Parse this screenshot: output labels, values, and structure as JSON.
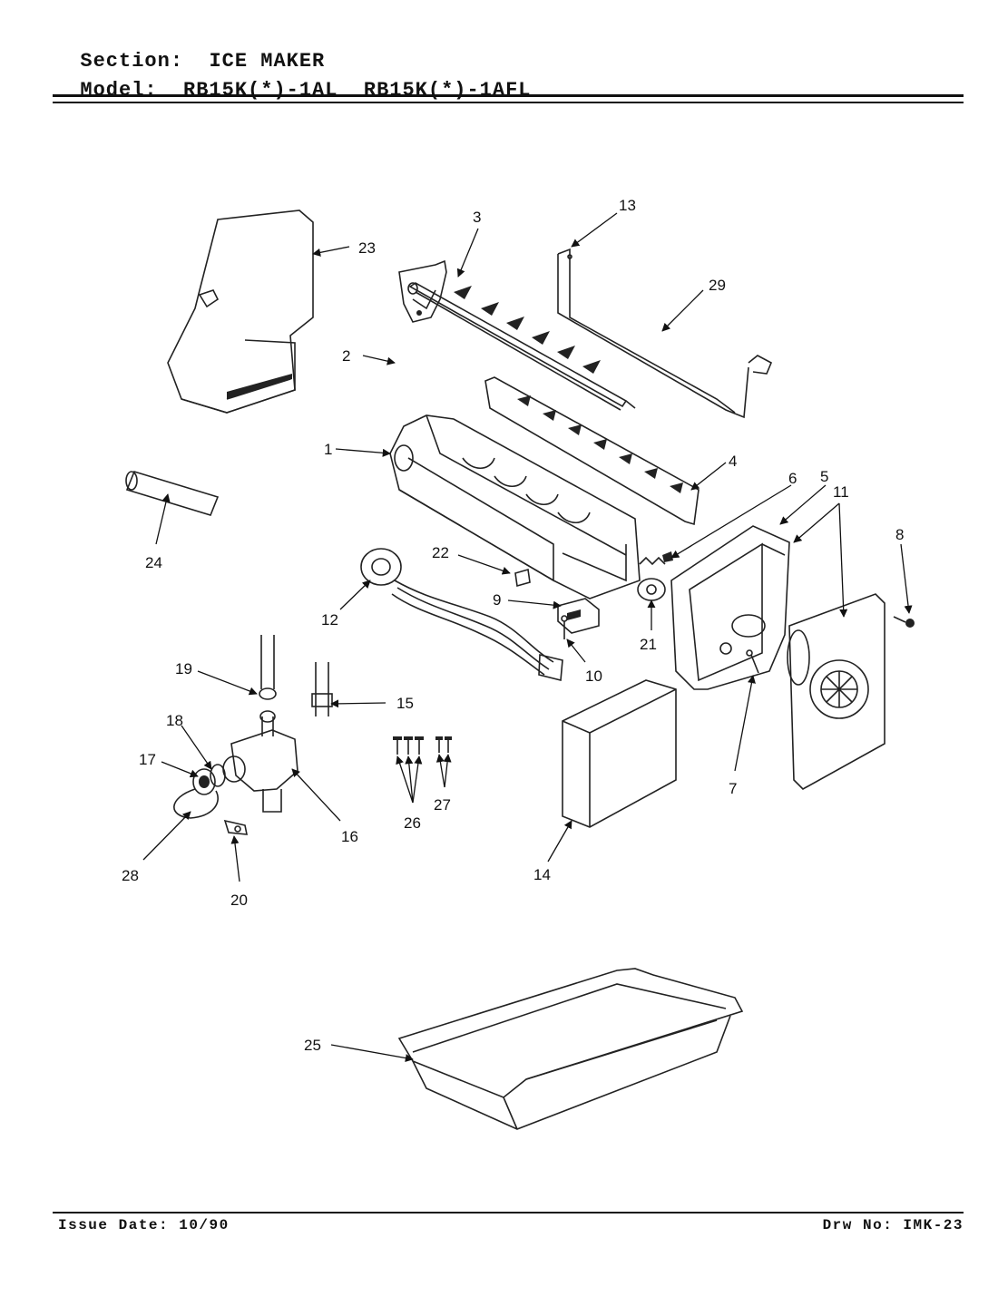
{
  "header": {
    "section_label": "Section:",
    "section_value": "ICE MAKER",
    "model_label": "Model:",
    "model_value": "RB15K(*)-1AL  RB15K(*)-1AFL"
  },
  "footer": {
    "issue_date": "Issue Date: 10/90",
    "drawing_number": "Drw No: IMK-23"
  },
  "callouts": {
    "c1": "1",
    "c2": "2",
    "c3": "3",
    "c4": "4",
    "c5": "5",
    "c6": "6",
    "c7": "7",
    "c8": "8",
    "c9": "9",
    "c10": "10",
    "c11": "11",
    "c12": "12",
    "c13": "13",
    "c14": "14",
    "c15": "15",
    "c16": "16",
    "c17": "17",
    "c18": "18",
    "c19": "19",
    "c20": "20",
    "c21": "21",
    "c22": "22",
    "c23": "23",
    "c24": "24",
    "c25": "25",
    "c26": "26",
    "c27": "27",
    "c28": "28",
    "c29": "29"
  }
}
